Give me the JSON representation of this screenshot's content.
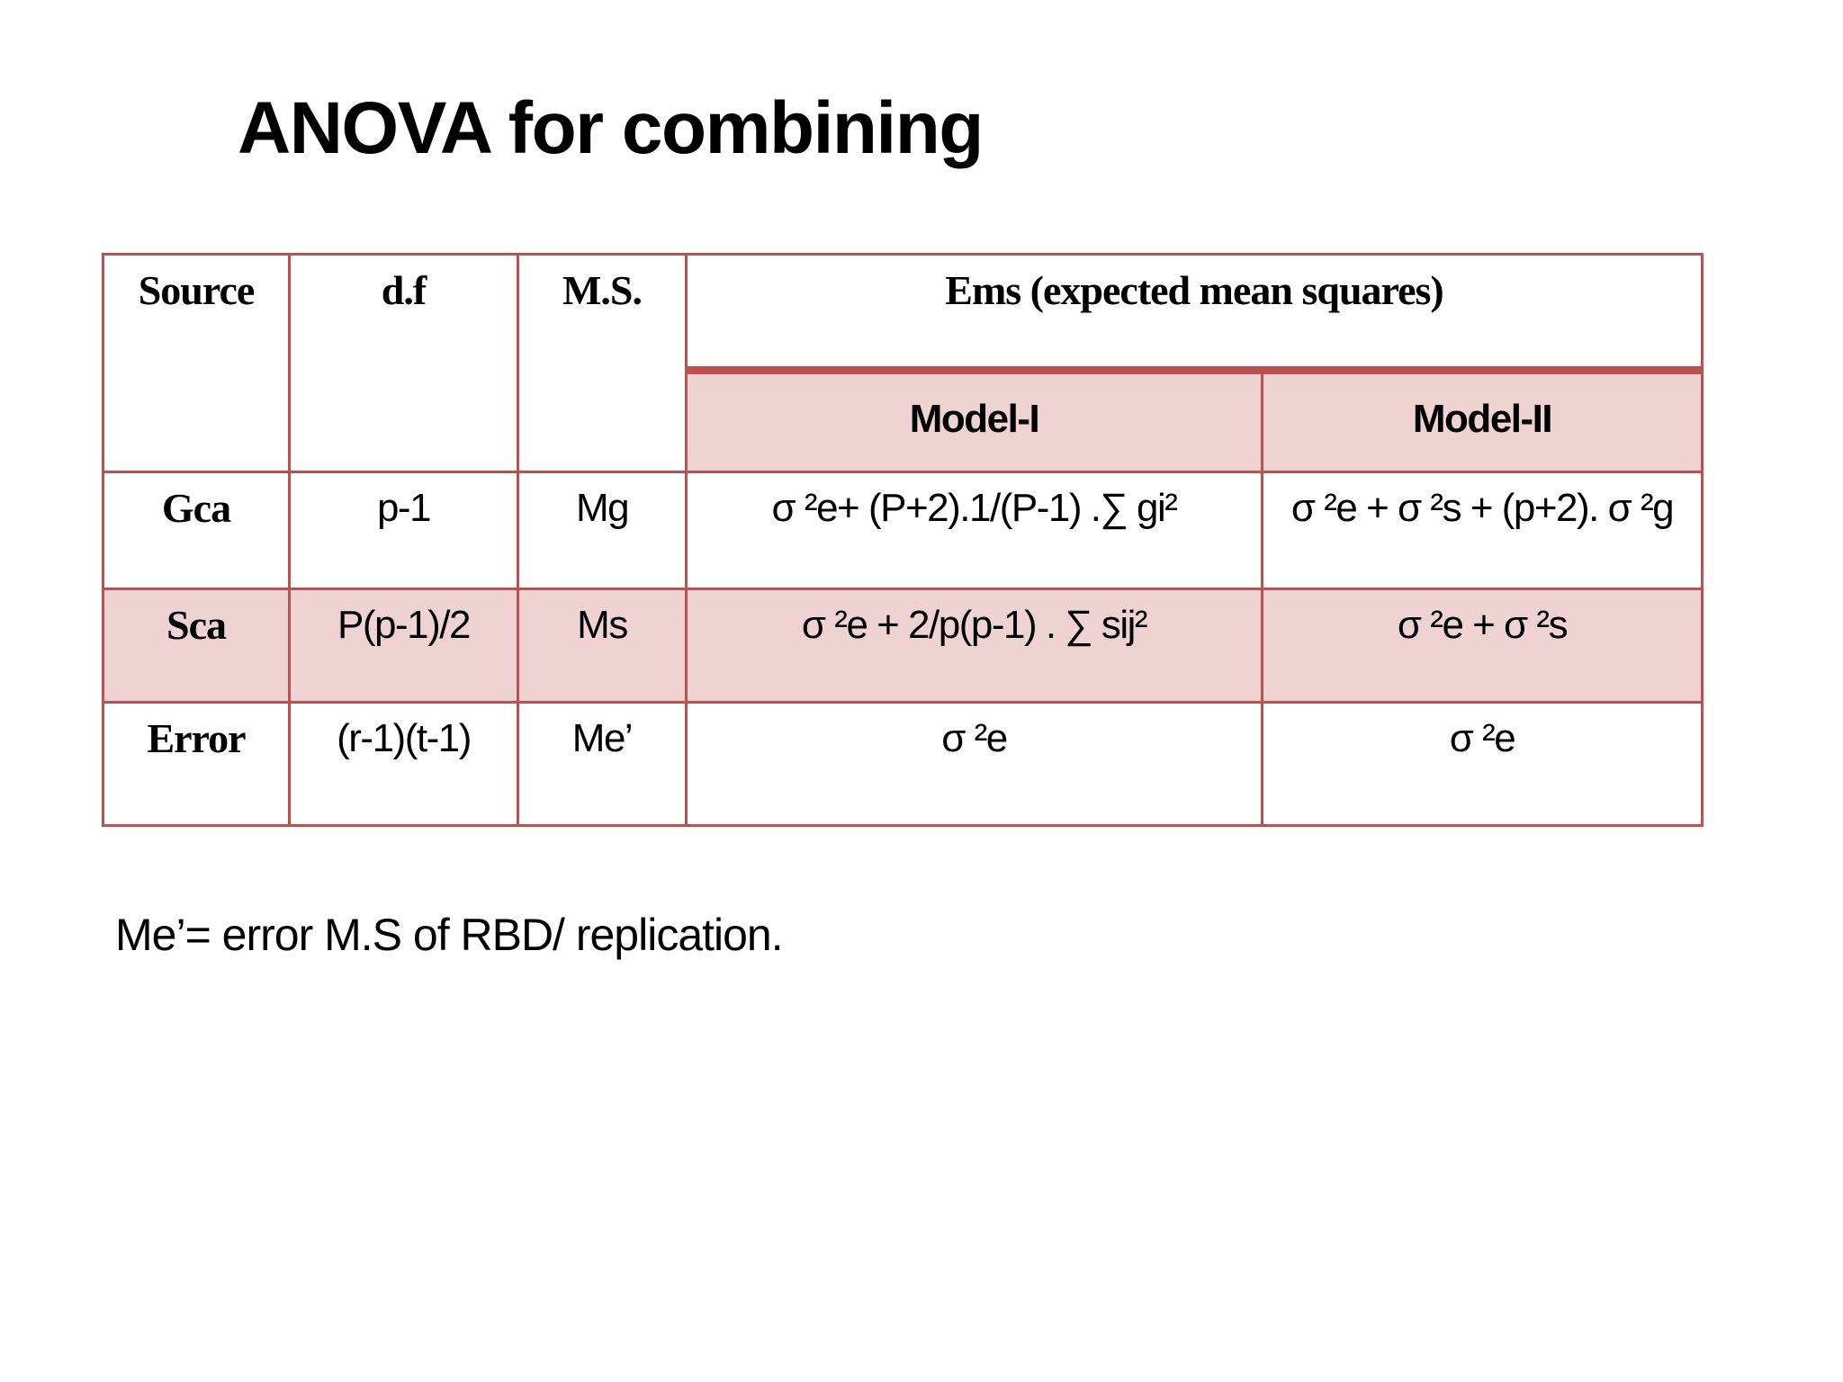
{
  "slide": {
    "title": "ANOVA for combining",
    "note": "Me’= error M.S of RBD/ replication."
  },
  "colors": {
    "border": "#C0504D",
    "shaded_fill": "#EFD3D2",
    "background": "#FFFFFF"
  },
  "table": {
    "headers": {
      "source": "Source",
      "df": "d.f",
      "ms": "M.S.",
      "ems": "Ems (expected mean squares)",
      "model1": "Model-I",
      "model2": "Model-II"
    },
    "rows": [
      {
        "source": "Gca",
        "df": "p-1",
        "ms": "Mg",
        "model1": "σ ²e+ (P+2).1/(P-1) .∑ gi²",
        "model2": "σ ²e + σ ²s + (p+2). σ ²g"
      },
      {
        "source": "Sca",
        "df": "P(p-1)/2",
        "ms": "Ms",
        "model1": "σ ²e + 2/p(p-1) . ∑ sij²",
        "model2": "σ ²e + σ ²s"
      },
      {
        "source": "Error",
        "df": "(r-1)(t-1)",
        "ms": "Me’",
        "model1": "σ ²e",
        "model2": "σ ²e"
      }
    ]
  }
}
